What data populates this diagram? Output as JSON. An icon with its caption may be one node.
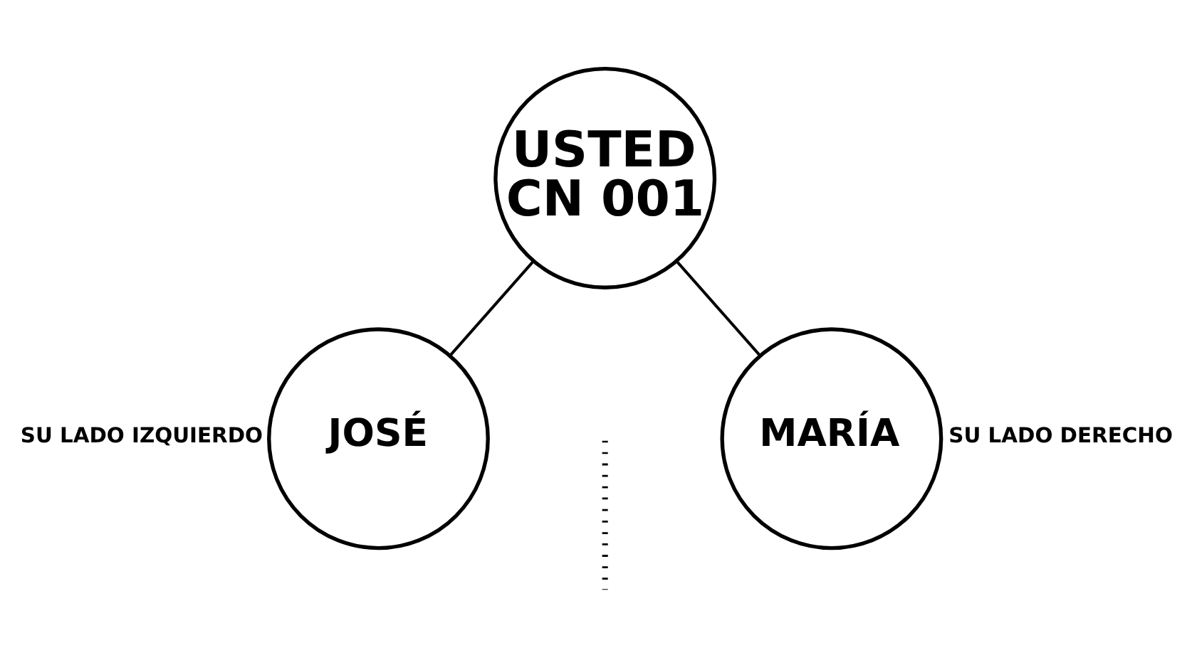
{
  "diagram": {
    "nodes": [
      {
        "text": [
          "USTED CN 001"
        ]
      },
      {
        "text": [
          "JOSÉ"
        ],
        "beside": [
          "SU LADO IZQUIERDO"
        ]
      },
      {
        "text": [
          "MARÍA"
        ],
        "beside": [
          "SU LADO DERECHO"
        ]
      }
    ],
    "edges": [
      {
        "from": 0,
        "to": 1,
        "arrow": "none"
      },
      {
        "from": 0,
        "to": 2,
        "arrow": "none"
      }
    ]
  }
}
